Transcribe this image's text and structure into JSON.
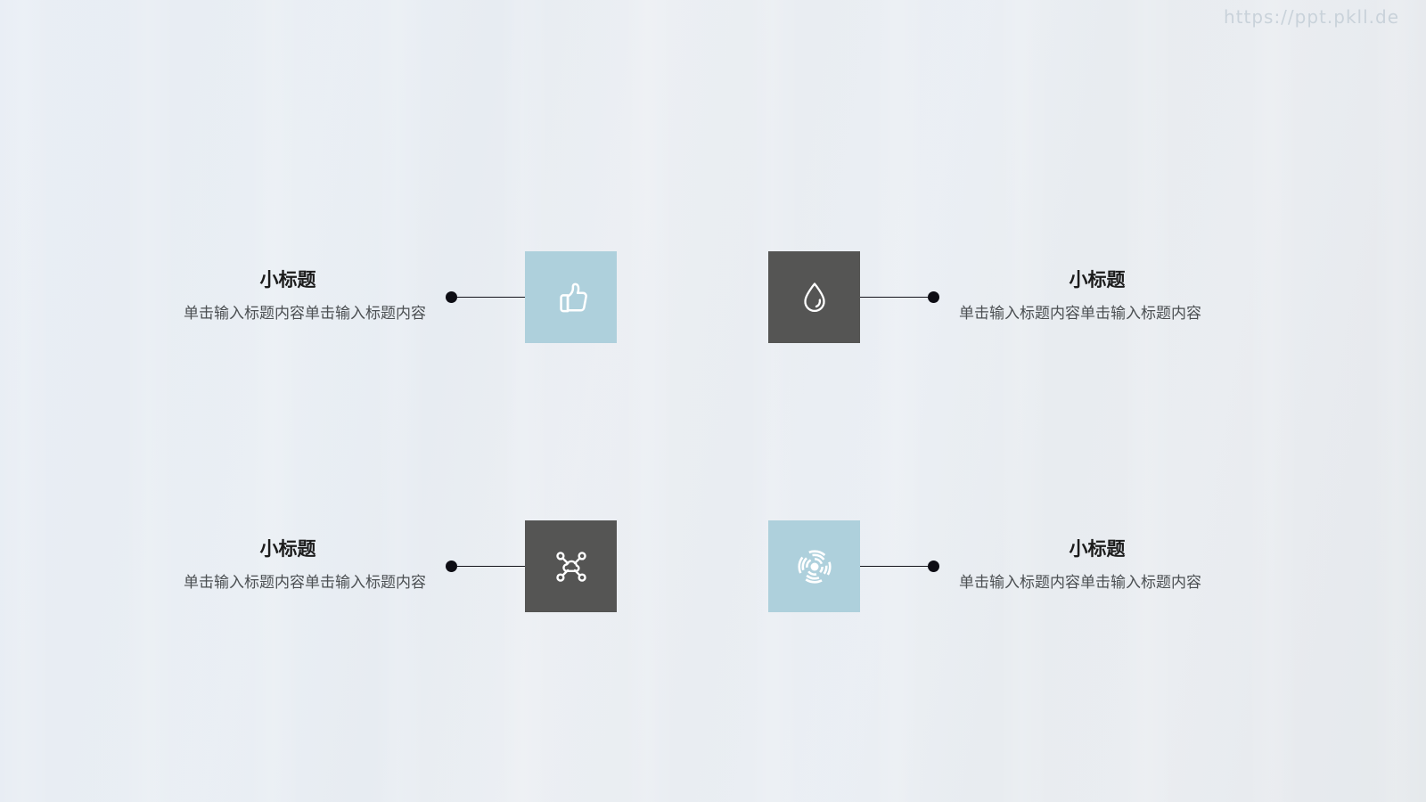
{
  "watermark": "https://ppt.pkll.de",
  "theme": {
    "background_start": "#e9eef5",
    "background_end": "#e5e9ec",
    "tile_blue": "#aed0dc",
    "tile_dark": "#555554",
    "connector_color": "#14141c",
    "title_color": "#1c1c1c",
    "body_color": "#4b4f52",
    "watermark_color": "#c9d2da"
  },
  "items": [
    {
      "id": "item-1",
      "title": "小标题",
      "description": "单击输入标题内容单击输入标题内容",
      "icon": "thumbs-up-icon",
      "tile_color": "#aed0dc",
      "tile_style": "blue",
      "text_side": "left",
      "align": "right"
    },
    {
      "id": "item-2",
      "title": "小标题",
      "description": "单击输入标题内容单击输入标题内容",
      "icon": "water-drop-icon",
      "tile_color": "#555554",
      "tile_style": "dark",
      "text_side": "right",
      "align": "left"
    },
    {
      "id": "item-3",
      "title": "小标题",
      "description": "单击输入标题内容单击输入标题内容",
      "icon": "cloud-network-icon",
      "tile_color": "#555554",
      "tile_style": "dark",
      "text_side": "left",
      "align": "right"
    },
    {
      "id": "item-4",
      "title": "小标题",
      "description": "单击输入标题内容单击输入标题内容",
      "icon": "target-radar-icon",
      "tile_color": "#aed0dc",
      "tile_style": "blue",
      "text_side": "right",
      "align": "left"
    }
  ]
}
